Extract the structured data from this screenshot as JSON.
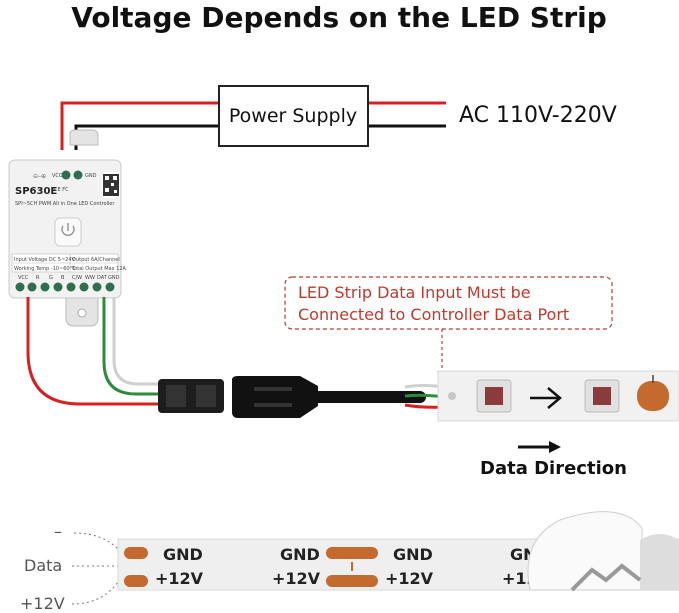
{
  "title": "Voltage Depends on the LED Strip",
  "power_supply": {
    "label": "Power Supply",
    "input": "AC 110V-220V"
  },
  "controller": {
    "model": "SP630E",
    "subtitle": "SPI~5CH PWM All in One LED Controller",
    "marks": "CE FC",
    "spec_input": "Input Voltage DC 5~24V",
    "spec_output": "Output 6A/Channel",
    "spec_temp": "Working Temp -10~60°C",
    "spec_total": "Total Output Max 12A",
    "top_terminals": [
      "VCC",
      "GND"
    ],
    "bottom_terminals": [
      "VCC",
      "R",
      "G",
      "B",
      "C/W",
      "WW",
      "DAT",
      "GND"
    ]
  },
  "note": {
    "line1": "LED Strip Data Input Must be",
    "line2": "Connected to Controller Data Port"
  },
  "data_direction": "Data Direction",
  "bottom_labels": {
    "minus": "–",
    "data": "Data",
    "plus": "+12V"
  },
  "strip_pads": {
    "gnd": "GND",
    "v12": "+12V"
  },
  "colors": {
    "red_wire": "#d82020",
    "green_wire": "#2e8b3e",
    "note_red": "#c0392b",
    "copper": "#c46a2e"
  }
}
